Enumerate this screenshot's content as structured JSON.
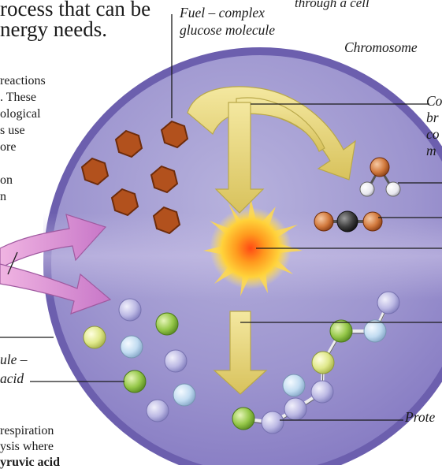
{
  "header": {
    "heading_lines": [
      "rocess that can be",
      "nergy needs."
    ],
    "caption_fragment": "through a cell"
  },
  "labels": {
    "fuel_line1": "Fuel – complex",
    "fuel_line2": "glucose molecule",
    "chromosome": "Chromosome",
    "co_line1": "Co",
    "co_line2": "br",
    "co_line3": "co",
    "co_line4": "m",
    "protein": "Prote",
    "molecule_line1": "ule –",
    "molecule_line2": "acid"
  },
  "body_text": {
    "top_lines": [
      "reactions",
      ". These",
      "ological",
      "s use",
      "ore"
    ],
    "mid_lines": [
      "on",
      "n"
    ],
    "bottom_lines": [
      "respiration",
      "ysis where",
      "yruvic acid"
    ]
  },
  "colors": {
    "cell_fill": "#8f84c8",
    "cell_rim": "#6f64b0",
    "arrow_yellow": "#e8d67a",
    "arrow_pink": "#d58ad0",
    "glucose_hex": "#b04c1c",
    "amino_acid_green": "#8fc03e",
    "amino_acid_lilac": "#b3b0e0",
    "amino_acid_blue": "#b8d6ee",
    "atom_orange": "#c9703a",
    "atom_dark": "#3a3a3a"
  }
}
